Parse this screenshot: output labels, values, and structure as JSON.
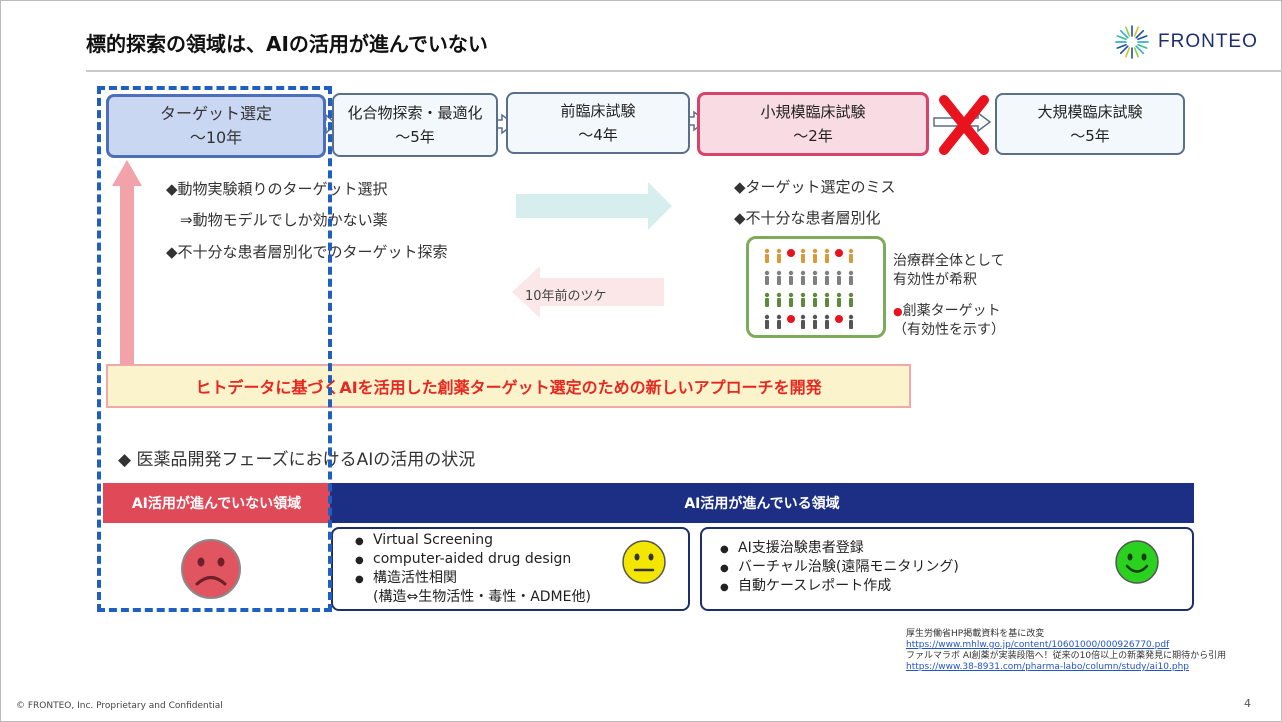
{
  "slide": {
    "title": "標的探索の領域は、AIの活用が進んでいない",
    "logo_text": "FRONTEO",
    "page_number": "4",
    "footer": "© FRONTEO, Inc.  Proprietary and Confidential"
  },
  "phases": [
    {
      "line1": "ターゲット選定",
      "line2": "～10年"
    },
    {
      "line1": "化合物探索・最適化",
      "line2": "～5年"
    },
    {
      "line1": "前臨床試験",
      "line2": "～4年"
    },
    {
      "line1": "小規模臨床試験",
      "line2": "～2年"
    },
    {
      "line1": "大規模臨床試験",
      "line2": "～5年"
    }
  ],
  "target_issues": [
    "◆動物実験頼りのターゲット選択",
    "⇒動物モデルでしか効かない薬",
    "◆不十分な患者層別化でのターゲット探索"
  ],
  "trial_issues": [
    "◆ターゲット選定のミス",
    "◆不十分な患者層別化"
  ],
  "back_arrow_label": "10年前のツケ",
  "patients_note": {
    "line1": "治療群全体として",
    "line2": "有効性が希釈",
    "legend_line1": "創薬ターゲット",
    "legend_line2": "（有効性を示す）",
    "legend_color": "#e8131f"
  },
  "approach_banner": "ヒトデータに基づくAIを活用した創薬ターゲット選定のための新しいアプローチを開発",
  "status_heading": "◆ 医薬品開発フェーズにおけるAIの活用の状況",
  "not_progressing_label": "AI活用が進んでいない領域",
  "progressing_label": "AI活用が進んでいる領域",
  "left_panel_items": [
    "Virtual Screening",
    "computer-aided drug design",
    "構造活性相関",
    "(構造⇔生物活性・毒性・ADME他)"
  ],
  "right_panel_items": [
    "AI支援治験患者登録",
    "バーチャル治験(遠隔モニタリング)",
    "自動ケースレポート作成"
  ],
  "sources": {
    "line1": "厚生労働省HP掲載資料を基に改変",
    "link1": "https://www.mhlw.go.jp/content/10601000/000926770.pdf",
    "line2": "ファルマラボ AI創薬が実装段階へ！従来の10倍以上の新薬発見に期待から引用",
    "link2": "https://www.38-8931.com/pharma-labo/column/study/ai10.php"
  },
  "icons": {
    "logo": "sunburst-logo-icon",
    "sad_face": "sad-face-icon",
    "neutral_face": "neutral-face-icon",
    "happy_face": "happy-face-icon",
    "cross": "red-cross-icon"
  },
  "colors": {
    "accent_red": "#e8271f",
    "navy": "#1c2f85",
    "highlight_blue": "#4d6fb7",
    "sad": "#e05560",
    "neutral": "#f3e600",
    "happy": "#2bd11f"
  }
}
